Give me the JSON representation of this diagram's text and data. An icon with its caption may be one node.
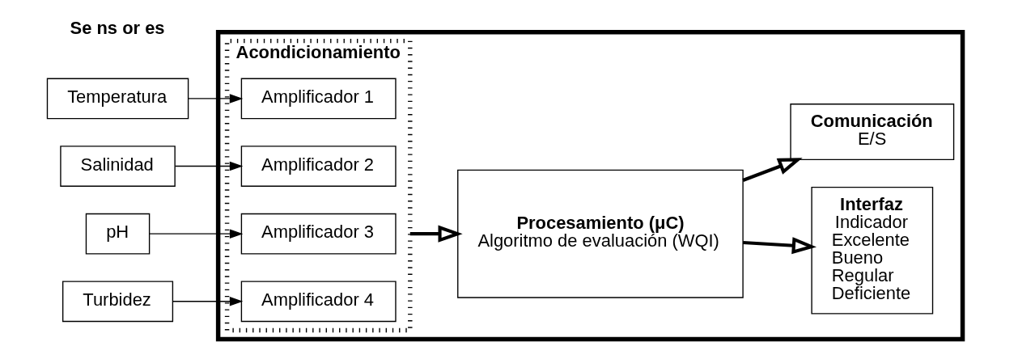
{
  "diagram": {
    "nodes": [
      {
        "text": [],
        "shape": "box"
      },
      {
        "text": [
          "Temperatura"
        ]
      },
      {
        "text": [
          "Salinidad"
        ]
      },
      {
        "text": [
          "pH"
        ]
      },
      {
        "text": [
          "Turbidez"
        ]
      },
      {
        "text": [
          "Acondicionamiento"
        ],
        "in": 0
      },
      {
        "text": [
          "Amplificador 1"
        ],
        "in": 5
      },
      {
        "text": [
          "Amplificador 2"
        ],
        "in": 5
      },
      {
        "text": [
          "Amplificador 3"
        ],
        "in": 5
      },
      {
        "text": [
          "Amplificador 4"
        ],
        "in": 5
      },
      {
        "text": [
          "Procesamiento (μC)",
          "Algoritmo de evaluación (WQI)"
        ],
        "in": 0
      },
      {
        "text": [
          "Interfaz",
          "Indicador",
          "Excelente",
          "Bueno",
          "Regular",
          "Deficiente"
        ],
        "in": 0
      },
      {
        "text": [
          "Comunicación",
          "E/S"
        ],
        "in": 0
      }
    ],
    "edges": [
      {
        "from": 1,
        "to": 6,
        "arrow": "to"
      },
      {
        "from": 2,
        "to": 7,
        "arrow": "to"
      },
      {
        "from": 3,
        "to": 8,
        "arrow": "to"
      },
      {
        "from": 4,
        "to": 9,
        "arrow": "to"
      },
      {
        "from": 5,
        "to": 10,
        "arrow": "to",
        "style": "thick"
      },
      {
        "from": 10,
        "to": 11,
        "arrow": "to",
        "style": "thick"
      },
      {
        "from": 10,
        "to": 12,
        "arrow": "to",
        "style": "thick"
      }
    ],
    "labels": [
      "Se ns or es"
    ]
  }
}
